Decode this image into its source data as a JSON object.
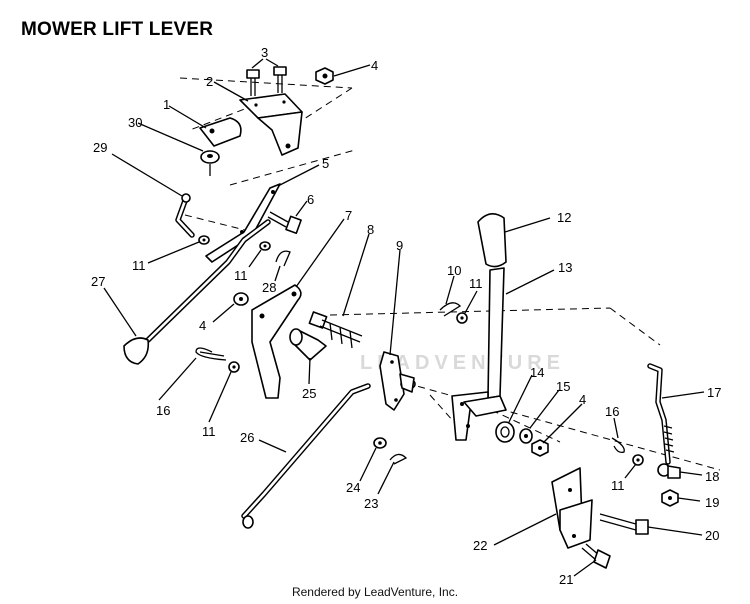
{
  "title": "MOWER LIFT LEVER",
  "footer": "Rendered by LeadVenture, Inc.",
  "watermark": "LEADVENTURE",
  "callouts": {
    "c1": "1",
    "c2": "2",
    "c3": "3",
    "c4a": "4",
    "c4b": "4",
    "c4c": "4",
    "c5": "5",
    "c6": "6",
    "c7": "7",
    "c8": "8",
    "c9": "9",
    "c10": "10",
    "c11a": "11",
    "c11b": "11",
    "c11c": "11",
    "c11d": "11",
    "c11e": "11",
    "c12": "12",
    "c13": "13",
    "c14": "14",
    "c15": "15",
    "c16a": "16",
    "c16b": "16",
    "c17": "17",
    "c18": "18",
    "c19": "19",
    "c20": "20",
    "c21": "21",
    "c22": "22",
    "c23": "23",
    "c24": "24",
    "c25": "25",
    "c26": "26",
    "c27": "27",
    "c28": "28",
    "c29": "29",
    "c30": "30"
  }
}
